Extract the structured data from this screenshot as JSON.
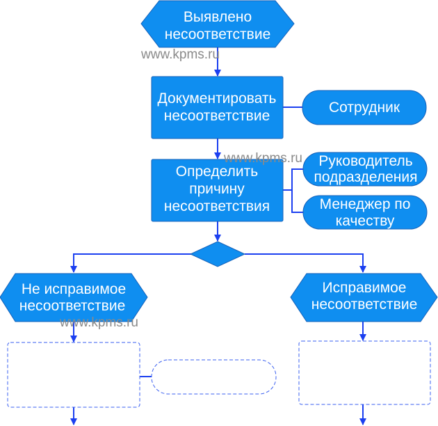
{
  "nodes": {
    "start": {
      "line1": "Выявлено",
      "line2": "несоответствие"
    },
    "document": {
      "line1": "Документировать",
      "line2": "несоответствие"
    },
    "cause": {
      "line1": "Определить",
      "line2": "причину",
      "line3": "несоответствия"
    },
    "employee": {
      "label": "Сотрудник"
    },
    "head": {
      "line1": "Руководитель",
      "line2": "подразделения"
    },
    "quality_manager": {
      "line1": "Менеджер по",
      "line2": "качеству"
    },
    "non_correctable": {
      "line1": "Не исправимое",
      "line2": "несоответствие"
    },
    "correctable": {
      "line1": "Исправимое",
      "line2": "несоответствие"
    }
  },
  "watermark": "www.kpms.ru",
  "colors": {
    "node_fill": "#0f8ef0",
    "edge": "#1b3ff0",
    "dashed": "#3a5ff0"
  }
}
